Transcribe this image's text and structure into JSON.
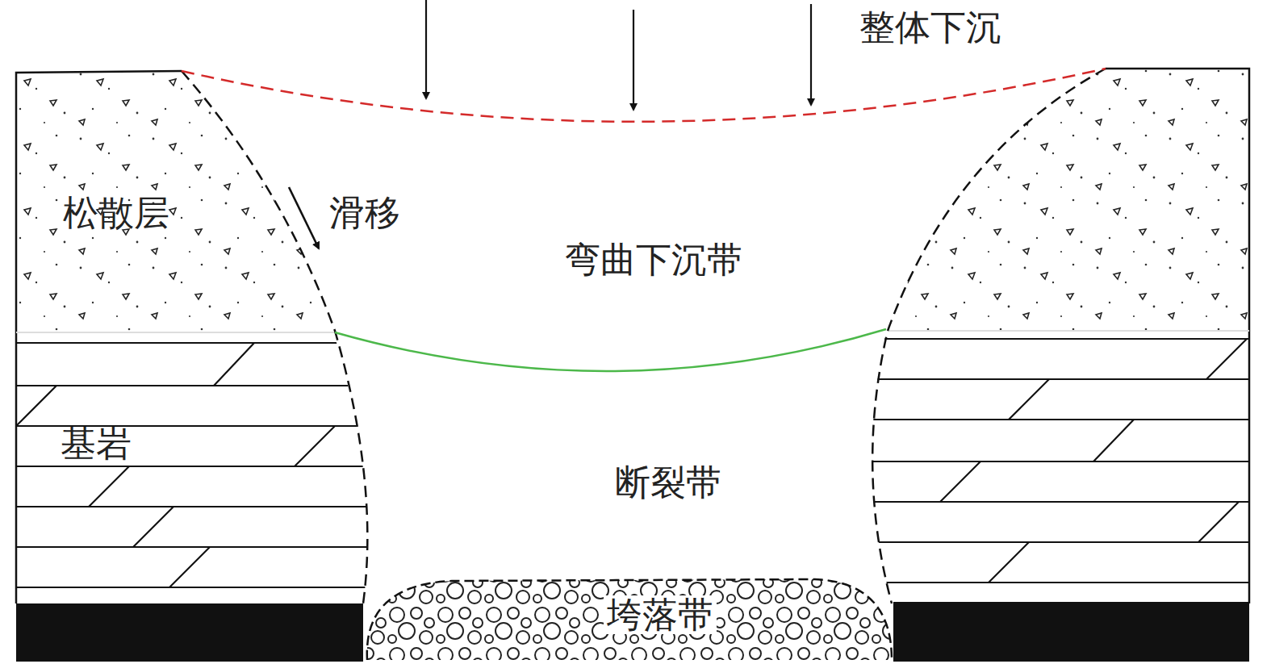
{
  "diagram": {
    "labels": [
      "整体下沉",
      "松散层",
      "滑移",
      "弯曲下沉带",
      "基岩",
      "断裂带",
      "垮落带"
    ]
  }
}
